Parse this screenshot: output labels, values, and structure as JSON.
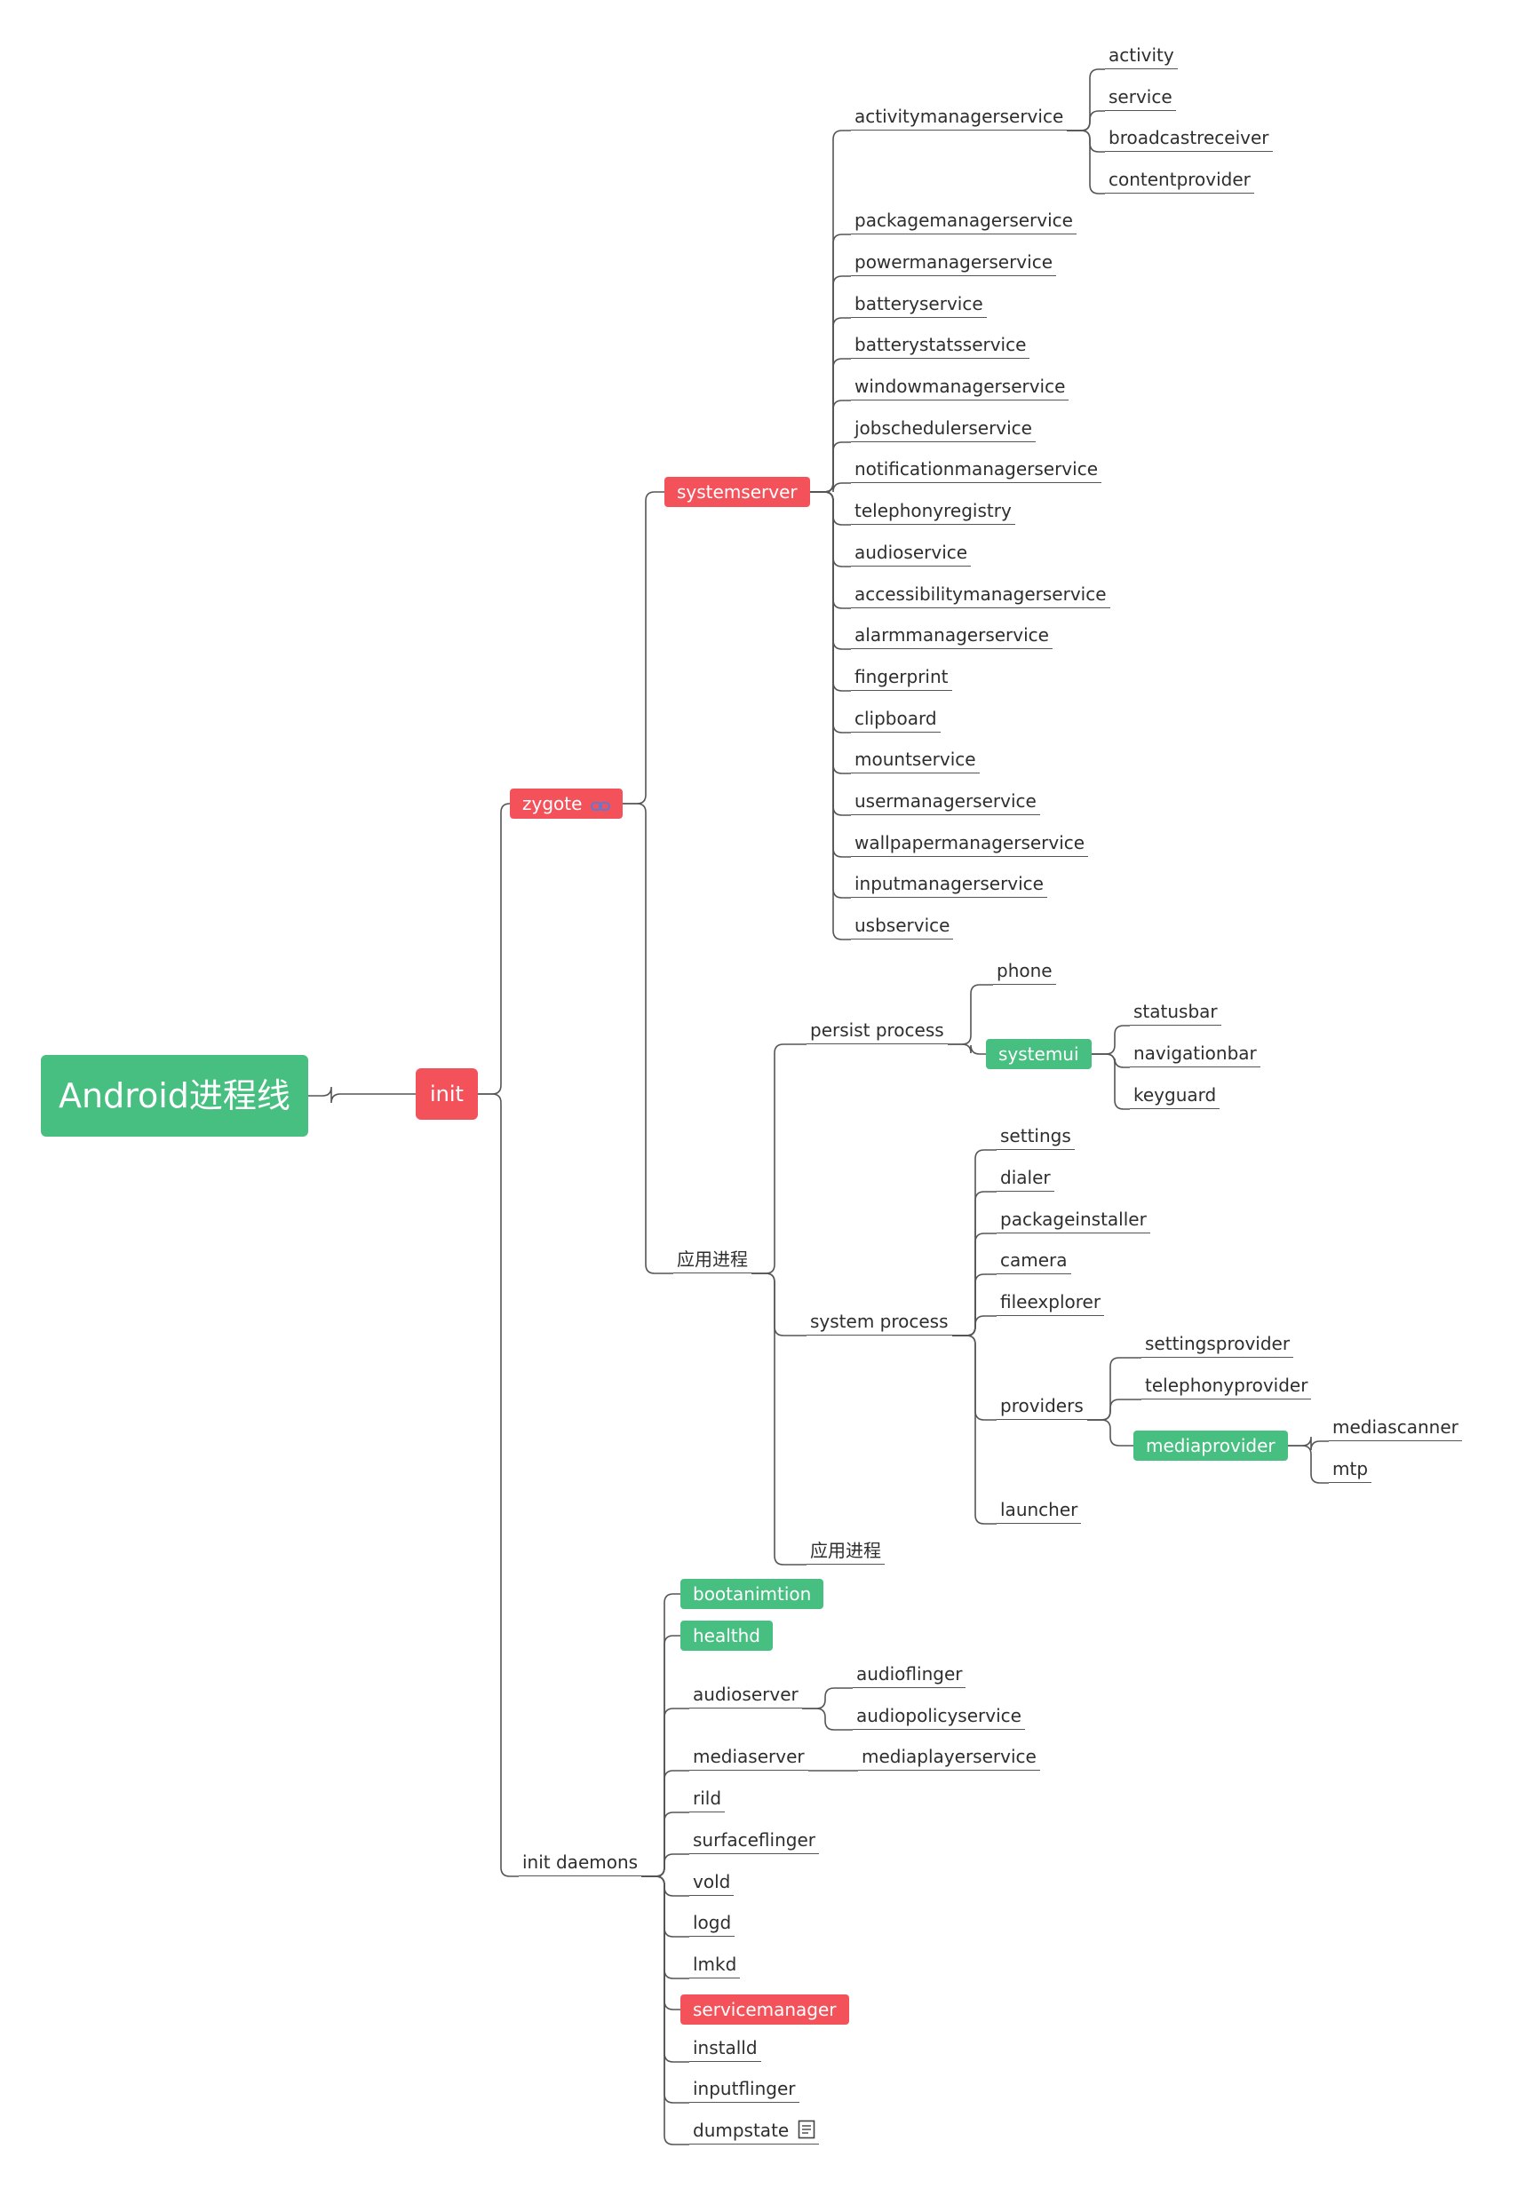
{
  "colors": {
    "red": "#f4525b",
    "green": "#47bf80",
    "line": "#555555",
    "link_icon": "#5b7bd6"
  },
  "nodes": [
    {
      "id": "root",
      "label": "Android进程线",
      "style": "root",
      "color": "green"
    },
    {
      "id": "init",
      "label": "init",
      "style": "init",
      "color": "red"
    },
    {
      "id": "zygote",
      "label": "zygote",
      "style": "pill",
      "color": "red",
      "icon": "link-icon"
    },
    {
      "id": "systemserver",
      "label": "systemserver",
      "style": "pill",
      "color": "red"
    },
    {
      "id": "ams",
      "label": "activitymanagerservice",
      "style": "leaf"
    },
    {
      "id": "activity",
      "label": "activity",
      "style": "leaf"
    },
    {
      "id": "service",
      "label": "service",
      "style": "leaf"
    },
    {
      "id": "broadcastreceiver",
      "label": "broadcastreceiver",
      "style": "leaf"
    },
    {
      "id": "contentprovider",
      "label": "contentprovider",
      "style": "leaf"
    },
    {
      "id": "pms",
      "label": "packagemanagerservice",
      "style": "leaf"
    },
    {
      "id": "powerms",
      "label": "powermanagerservice",
      "style": "leaf"
    },
    {
      "id": "batteryservice",
      "label": "batteryservice",
      "style": "leaf"
    },
    {
      "id": "batterystats",
      "label": "batterystatsservice",
      "style": "leaf"
    },
    {
      "id": "wms",
      "label": "windowmanagerservice",
      "style": "leaf"
    },
    {
      "id": "jobscheduler",
      "label": "jobschedulerservice",
      "style": "leaf"
    },
    {
      "id": "nms",
      "label": "notificationmanagerservice",
      "style": "leaf"
    },
    {
      "id": "telephonyregistry",
      "label": "telephonyregistry",
      "style": "leaf"
    },
    {
      "id": "audioservice",
      "label": "audioservice",
      "style": "leaf"
    },
    {
      "id": "accessibility",
      "label": "accessibilitymanagerservice",
      "style": "leaf"
    },
    {
      "id": "alarm",
      "label": "alarmmanagerservice",
      "style": "leaf"
    },
    {
      "id": "fingerprint",
      "label": "fingerprint",
      "style": "leaf"
    },
    {
      "id": "clipboard",
      "label": "clipboard",
      "style": "leaf"
    },
    {
      "id": "mountservice",
      "label": "mountservice",
      "style": "leaf"
    },
    {
      "id": "usermanager",
      "label": "usermanagerservice",
      "style": "leaf"
    },
    {
      "id": "wallpaper",
      "label": "wallpapermanagerservice",
      "style": "leaf"
    },
    {
      "id": "inputmanager",
      "label": "inputmanagerservice",
      "style": "leaf"
    },
    {
      "id": "usbservice",
      "label": "usbservice",
      "style": "leaf"
    },
    {
      "id": "appproc",
      "label": "应用进程",
      "style": "leaf"
    },
    {
      "id": "persist",
      "label": "persist process",
      "style": "leaf"
    },
    {
      "id": "phone",
      "label": "phone",
      "style": "leaf"
    },
    {
      "id": "systemui",
      "label": "systemui",
      "style": "pill",
      "color": "green"
    },
    {
      "id": "statusbar",
      "label": "statusbar",
      "style": "leaf"
    },
    {
      "id": "navigationbar",
      "label": "navigationbar",
      "style": "leaf"
    },
    {
      "id": "keyguard",
      "label": "keyguard",
      "style": "leaf"
    },
    {
      "id": "sysproc",
      "label": "system process",
      "style": "leaf"
    },
    {
      "id": "settings",
      "label": "settings",
      "style": "leaf"
    },
    {
      "id": "dialer",
      "label": "dialer",
      "style": "leaf"
    },
    {
      "id": "packageinstaller",
      "label": "packageinstaller",
      "style": "leaf"
    },
    {
      "id": "camera",
      "label": "camera",
      "style": "leaf"
    },
    {
      "id": "fileexplorer",
      "label": "fileexplorer",
      "style": "leaf"
    },
    {
      "id": "providers",
      "label": "providers",
      "style": "leaf"
    },
    {
      "id": "settingsprovider",
      "label": "settingsprovider",
      "style": "leaf"
    },
    {
      "id": "telephonyprovider",
      "label": "telephonyprovider",
      "style": "leaf"
    },
    {
      "id": "mediaprovider",
      "label": "mediaprovider",
      "style": "pill",
      "color": "green"
    },
    {
      "id": "mediascanner",
      "label": "mediascanner",
      "style": "leaf"
    },
    {
      "id": "mtp",
      "label": "mtp",
      "style": "leaf"
    },
    {
      "id": "launcher",
      "label": "launcher",
      "style": "leaf"
    },
    {
      "id": "appproc2",
      "label": "应用进程",
      "style": "leaf"
    },
    {
      "id": "daemons",
      "label": "init daemons",
      "style": "leaf"
    },
    {
      "id": "bootanim",
      "label": "bootanimtion",
      "style": "pill",
      "color": "green"
    },
    {
      "id": "healthd",
      "label": "healthd",
      "style": "pill",
      "color": "green"
    },
    {
      "id": "audioserver",
      "label": "audioserver",
      "style": "leaf"
    },
    {
      "id": "audioflinger",
      "label": "audioflinger",
      "style": "leaf"
    },
    {
      "id": "audiopolicy",
      "label": "audiopolicyservice",
      "style": "leaf"
    },
    {
      "id": "mediaserver",
      "label": "mediaserver",
      "style": "leaf"
    },
    {
      "id": "mediaplayer",
      "label": "mediaplayerservice",
      "style": "leaf"
    },
    {
      "id": "rild",
      "label": "rild",
      "style": "leaf"
    },
    {
      "id": "surfaceflinger",
      "label": "surfaceflinger",
      "style": "leaf"
    },
    {
      "id": "vold",
      "label": "vold",
      "style": "leaf"
    },
    {
      "id": "logd",
      "label": "logd",
      "style": "leaf"
    },
    {
      "id": "lmkd",
      "label": "lmkd",
      "style": "leaf"
    },
    {
      "id": "servicemanager",
      "label": "servicemanager",
      "style": "pill",
      "color": "red"
    },
    {
      "id": "installd",
      "label": "installd",
      "style": "leaf"
    },
    {
      "id": "inputflinger",
      "label": "inputflinger",
      "style": "leaf"
    },
    {
      "id": "dumpstate",
      "label": "dumpstate",
      "style": "leaf",
      "icon": "note-icon"
    }
  ],
  "edges": [
    [
      "root",
      "init"
    ],
    [
      "init",
      "zygote"
    ],
    [
      "init",
      "daemons"
    ],
    [
      "zygote",
      "systemserver"
    ],
    [
      "zygote",
      "appproc"
    ],
    [
      "systemserver",
      "ams"
    ],
    [
      "systemserver",
      "pms"
    ],
    [
      "systemserver",
      "powerms"
    ],
    [
      "systemserver",
      "batteryservice"
    ],
    [
      "systemserver",
      "batterystats"
    ],
    [
      "systemserver",
      "wms"
    ],
    [
      "systemserver",
      "jobscheduler"
    ],
    [
      "systemserver",
      "nms"
    ],
    [
      "systemserver",
      "telephonyregistry"
    ],
    [
      "systemserver",
      "audioservice"
    ],
    [
      "systemserver",
      "accessibility"
    ],
    [
      "systemserver",
      "alarm"
    ],
    [
      "systemserver",
      "fingerprint"
    ],
    [
      "systemserver",
      "clipboard"
    ],
    [
      "systemserver",
      "mountservice"
    ],
    [
      "systemserver",
      "usermanager"
    ],
    [
      "systemserver",
      "wallpaper"
    ],
    [
      "systemserver",
      "inputmanager"
    ],
    [
      "systemserver",
      "usbservice"
    ],
    [
      "ams",
      "activity"
    ],
    [
      "ams",
      "service"
    ],
    [
      "ams",
      "broadcastreceiver"
    ],
    [
      "ams",
      "contentprovider"
    ],
    [
      "appproc",
      "persist"
    ],
    [
      "appproc",
      "sysproc"
    ],
    [
      "appproc",
      "appproc2"
    ],
    [
      "persist",
      "phone"
    ],
    [
      "persist",
      "systemui"
    ],
    [
      "systemui",
      "statusbar"
    ],
    [
      "systemui",
      "navigationbar"
    ],
    [
      "systemui",
      "keyguard"
    ],
    [
      "sysproc",
      "settings"
    ],
    [
      "sysproc",
      "dialer"
    ],
    [
      "sysproc",
      "packageinstaller"
    ],
    [
      "sysproc",
      "camera"
    ],
    [
      "sysproc",
      "fileexplorer"
    ],
    [
      "sysproc",
      "providers"
    ],
    [
      "sysproc",
      "launcher"
    ],
    [
      "providers",
      "settingsprovider"
    ],
    [
      "providers",
      "telephonyprovider"
    ],
    [
      "providers",
      "mediaprovider"
    ],
    [
      "mediaprovider",
      "mediascanner"
    ],
    [
      "mediaprovider",
      "mtp"
    ],
    [
      "daemons",
      "bootanim"
    ],
    [
      "daemons",
      "healthd"
    ],
    [
      "daemons",
      "audioserver"
    ],
    [
      "daemons",
      "mediaserver"
    ],
    [
      "daemons",
      "rild"
    ],
    [
      "daemons",
      "surfaceflinger"
    ],
    [
      "daemons",
      "vold"
    ],
    [
      "daemons",
      "logd"
    ],
    [
      "daemons",
      "lmkd"
    ],
    [
      "daemons",
      "servicemanager"
    ],
    [
      "daemons",
      "installd"
    ],
    [
      "daemons",
      "inputflinger"
    ],
    [
      "daemons",
      "dumpstate"
    ],
    [
      "audioserver",
      "audioflinger"
    ],
    [
      "audioserver",
      "audiopolicy"
    ],
    [
      "mediaserver",
      "mediaplayer"
    ]
  ]
}
